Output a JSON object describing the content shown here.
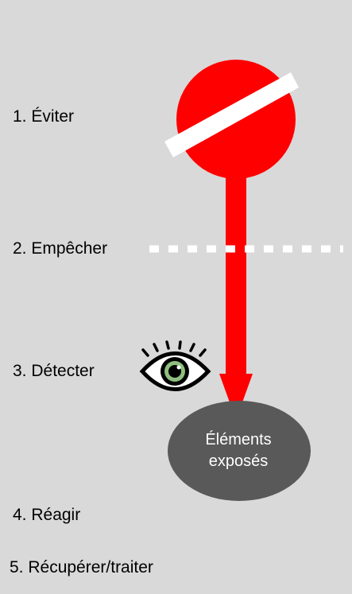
{
  "steps": [
    {
      "label": "1. Éviter"
    },
    {
      "label": "2. Empêcher"
    },
    {
      "label": "3. Détecter"
    },
    {
      "label": "4. Réagir"
    },
    {
      "label": "5. Récupérer/traiter"
    }
  ],
  "target_node": {
    "line1": "Éléments",
    "line2": "exposés"
  },
  "colors": {
    "background": "#d9d9d9",
    "threat_red": "#ff0000",
    "barrier_white": "#ffffff",
    "node_gray": "#595959",
    "eye_iris": "#8fbf7f"
  },
  "icons": [
    "no-entry-icon",
    "eye-icon"
  ]
}
